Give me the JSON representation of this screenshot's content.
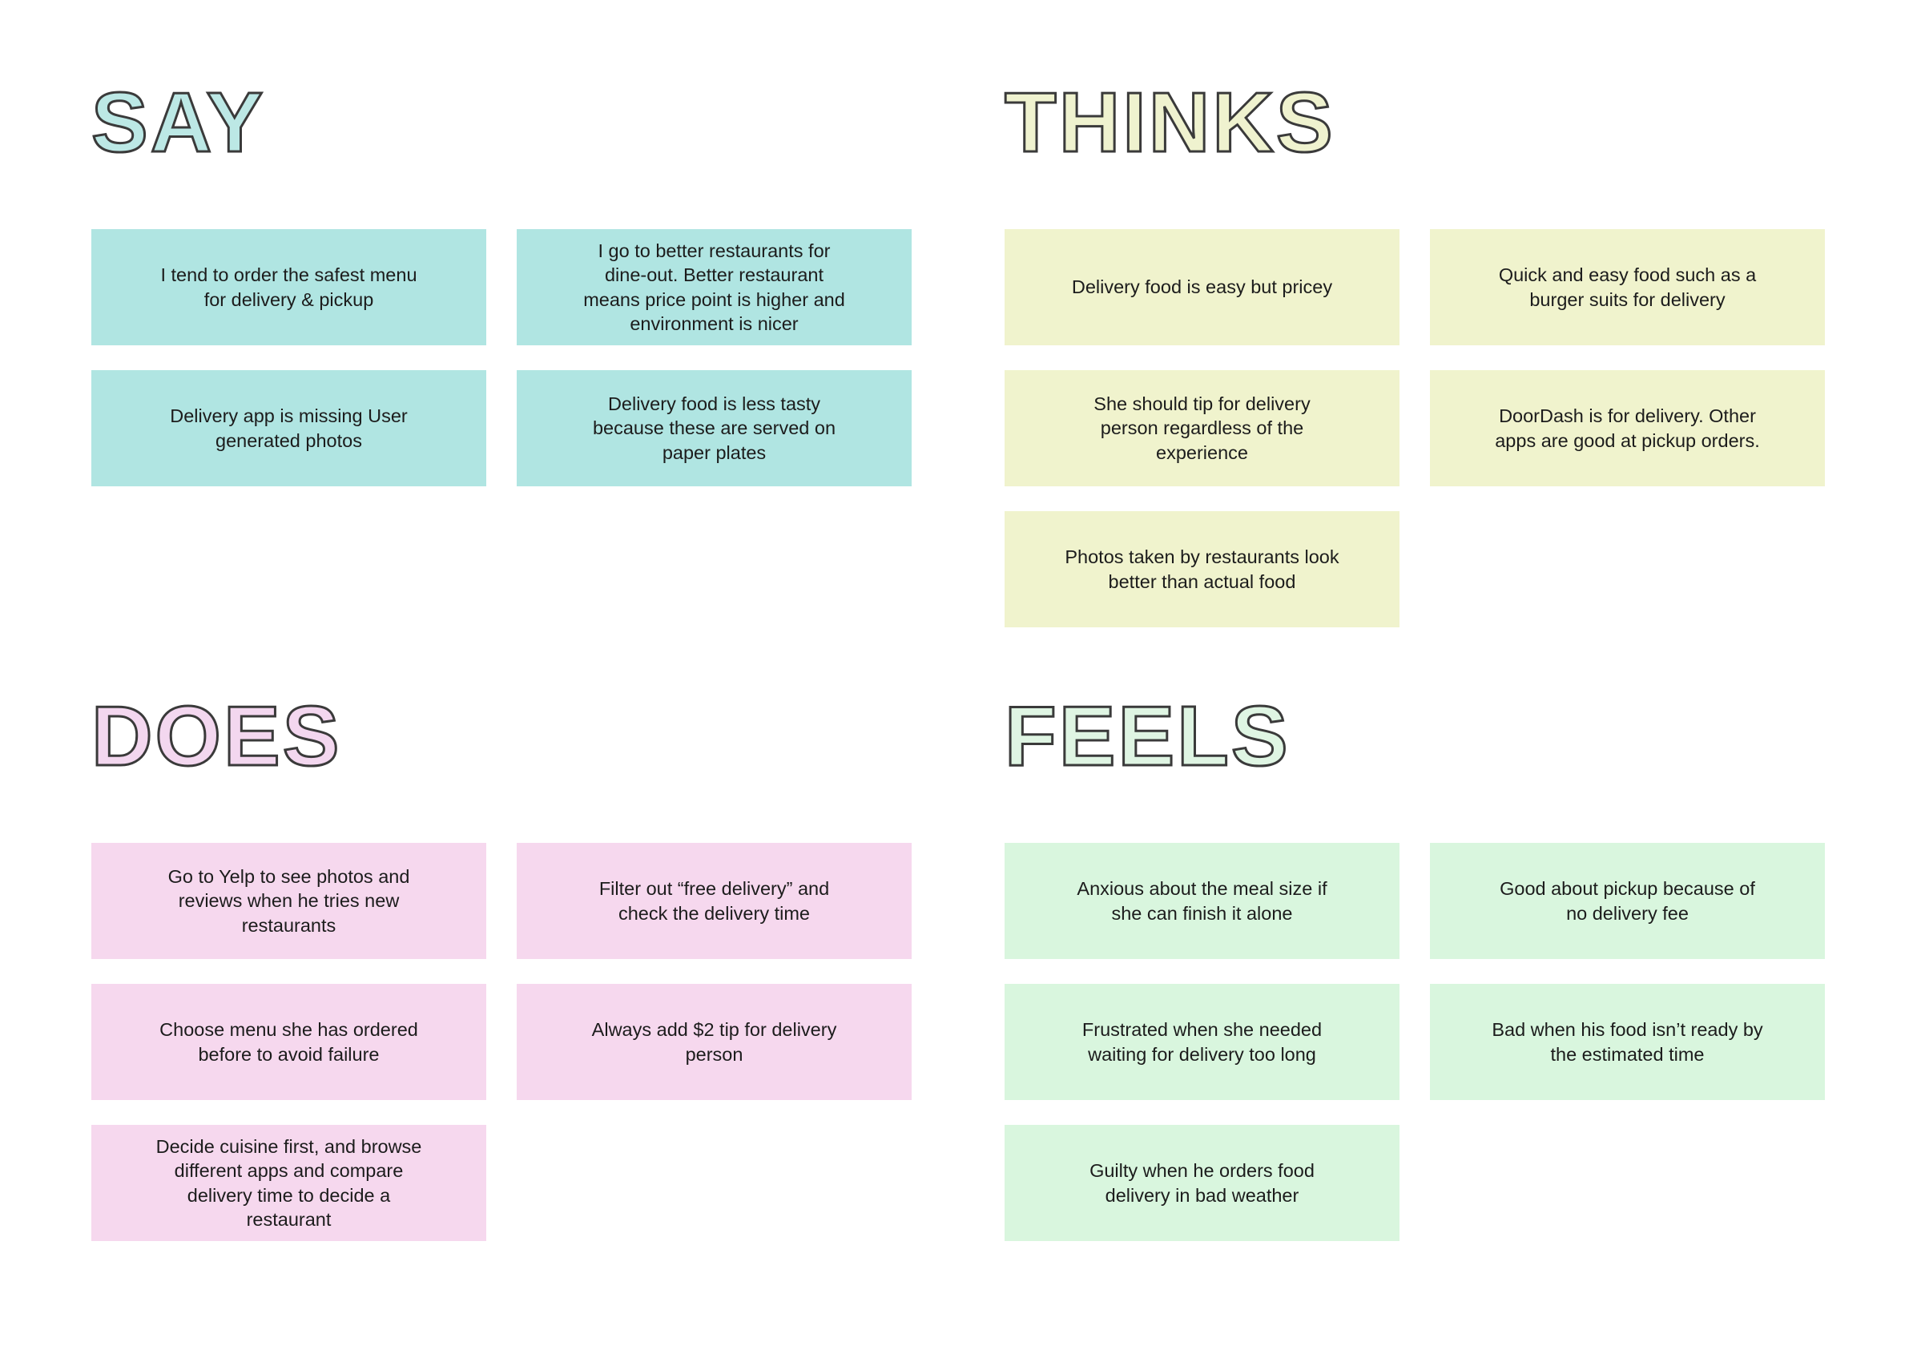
{
  "page": {
    "background_color": "#ffffff",
    "text_color": "#1c1c1c",
    "outline_color": "#3a3a3a"
  },
  "quadrants": [
    {
      "id": "say",
      "title": "SAY",
      "title_fill": "#bce8e5",
      "note_fill": "#b0e5e2",
      "notes": [
        "I tend to order the safest menu\nfor delivery & pickup",
        "I go to better restaurants for\ndine-out. Better restaurant\nmeans price point is higher and\nenvironment is nicer",
        "Delivery app is missing User\ngenerated photos",
        "Delivery food is less tasty\nbecause these are served on\npaper plates"
      ]
    },
    {
      "id": "thinks",
      "title": "THINKS",
      "title_fill": "#eff2cf",
      "note_fill": "#f0f3cd",
      "notes": [
        "Delivery food is easy but pricey",
        "Quick and easy food such as a\nburger suits for delivery",
        "She should tip for delivery\nperson regardless of the\nexperience",
        "DoorDash is for delivery. Other\napps are good at pickup orders.",
        "Photos taken by restaurants look\nbetter than actual food"
      ]
    },
    {
      "id": "does",
      "title": "DOES",
      "title_fill": "#f3d7ef",
      "note_fill": "#f6d8ee",
      "notes": [
        "Go to Yelp to see photos and\nreviews when he tries new\nrestaurants",
        "Filter out “free delivery” and\ncheck the delivery time",
        "Choose menu she has ordered\nbefore to avoid failure",
        "Always add $2 tip for delivery\nperson",
        "Decide cuisine first, and browse\ndifferent apps and compare\ndelivery time to decide a\nrestaurant"
      ]
    },
    {
      "id": "feels",
      "title": "FEELS",
      "title_fill": "#dff5e3",
      "note_fill": "#d9f6de",
      "notes": [
        "Anxious about the meal size if\nshe can finish it alone",
        "Good about pickup because of\nno delivery fee",
        "Frustrated when she needed\nwaiting for delivery too long",
        "Bad when his food isn’t ready by\nthe estimated time",
        "Guilty when he orders food\ndelivery in bad weather"
      ]
    }
  ]
}
